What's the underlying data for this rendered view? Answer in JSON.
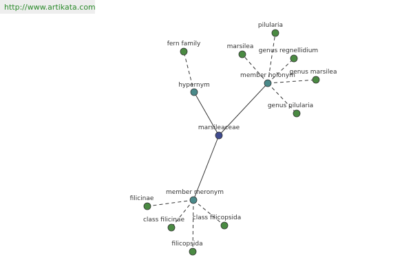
{
  "site": {
    "url": "http://www.artikata.com"
  },
  "colors": {
    "center": "#404b8f",
    "relation": "#4a8a8a",
    "leaf": "#4a8a42",
    "link": "#2a8a2a"
  },
  "graph": {
    "nodes": [
      {
        "id": "marsileaceae",
        "label": "marsileaceae",
        "kind": "center"
      },
      {
        "id": "hypernym",
        "label": "hypernym",
        "kind": "relation"
      },
      {
        "id": "member-holonym",
        "label": "member holonym",
        "kind": "relation"
      },
      {
        "id": "member-meronym",
        "label": "member meronym",
        "kind": "relation"
      },
      {
        "id": "fern-family",
        "label": "fern family",
        "kind": "leaf"
      },
      {
        "id": "pilularia",
        "label": "pilularia",
        "kind": "leaf"
      },
      {
        "id": "marsilea",
        "label": "marsilea",
        "kind": "leaf"
      },
      {
        "id": "genus-regnellidium",
        "label": "genus regnellidium",
        "kind": "leaf"
      },
      {
        "id": "genus-marsilea",
        "label": "genus marsilea",
        "kind": "leaf"
      },
      {
        "id": "genus-pilularia",
        "label": "genus pilularia",
        "kind": "leaf"
      },
      {
        "id": "filicinae",
        "label": "filicinae",
        "kind": "leaf"
      },
      {
        "id": "class-filicinae",
        "label": "class filicinae",
        "kind": "leaf"
      },
      {
        "id": "class-filicopsida",
        "label": "class filicopsida",
        "kind": "leaf"
      },
      {
        "id": "filicopsida",
        "label": "filicopsida",
        "kind": "leaf"
      }
    ],
    "edges": [
      {
        "from": "marsileaceae",
        "to": "hypernym",
        "style": "solid"
      },
      {
        "from": "marsileaceae",
        "to": "member-holonym",
        "style": "solid"
      },
      {
        "from": "marsileaceae",
        "to": "member-meronym",
        "style": "solid"
      },
      {
        "from": "hypernym",
        "to": "fern-family",
        "style": "dashed"
      },
      {
        "from": "member-holonym",
        "to": "pilularia",
        "style": "dashed"
      },
      {
        "from": "member-holonym",
        "to": "marsilea",
        "style": "dashed"
      },
      {
        "from": "member-holonym",
        "to": "genus-regnellidium",
        "style": "dashed"
      },
      {
        "from": "member-holonym",
        "to": "genus-marsilea",
        "style": "dashed"
      },
      {
        "from": "member-holonym",
        "to": "genus-pilularia",
        "style": "dashed"
      },
      {
        "from": "member-meronym",
        "to": "filicinae",
        "style": "dashed"
      },
      {
        "from": "member-meronym",
        "to": "class-filicinae",
        "style": "dashed"
      },
      {
        "from": "member-meronym",
        "to": "class-filicopsida",
        "style": "dashed"
      },
      {
        "from": "member-meronym",
        "to": "filicopsida",
        "style": "dashed"
      }
    ]
  }
}
